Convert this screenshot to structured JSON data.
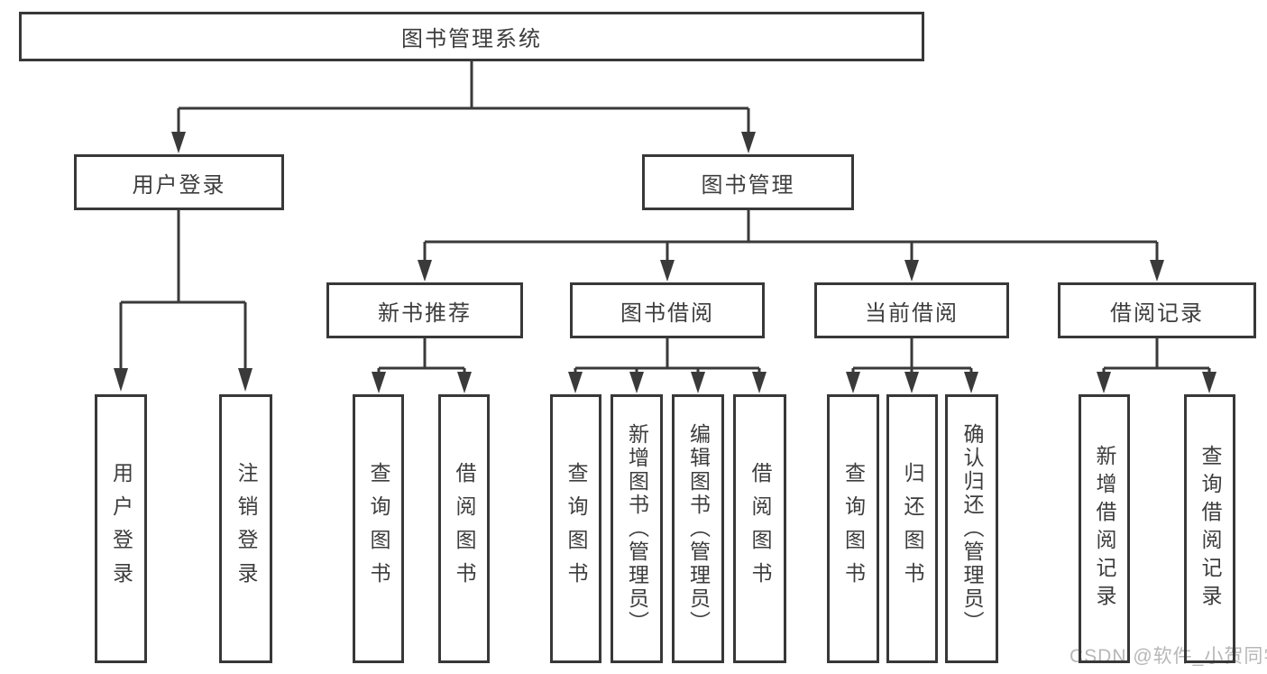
{
  "colors": {
    "line": "#3a3a3a",
    "border": "#383838",
    "text": "#3d3d3d",
    "watermark": "#b7b7b7",
    "background": "#ffffff"
  },
  "tree": {
    "root": {
      "label": "图书管理系统"
    },
    "level2": [
      {
        "label": "用户登录",
        "children": [
          {
            "label": "用户登录"
          },
          {
            "label": "注销登录"
          }
        ]
      },
      {
        "label": "图书管理",
        "children": [
          {
            "label": "新书推荐",
            "children": [
              {
                "label": "查询图书"
              },
              {
                "label": "借阅图书"
              }
            ]
          },
          {
            "label": "图书借阅",
            "children": [
              {
                "label": "查询图书"
              },
              {
                "label": "新增图书（管理员）"
              },
              {
                "label": "编辑图书（管理员）"
              },
              {
                "label": "借阅图书"
              }
            ]
          },
          {
            "label": "当前借阅",
            "children": [
              {
                "label": "查询图书"
              },
              {
                "label": "归还图书"
              },
              {
                "label": "确认归还（管理员）"
              }
            ]
          },
          {
            "label": "借阅记录",
            "children": [
              {
                "label": "新增借阅记录"
              },
              {
                "label": "查询借阅记录"
              }
            ]
          }
        ]
      }
    ]
  },
  "watermark": {
    "text": "CSDN @软件_小贺同学"
  }
}
